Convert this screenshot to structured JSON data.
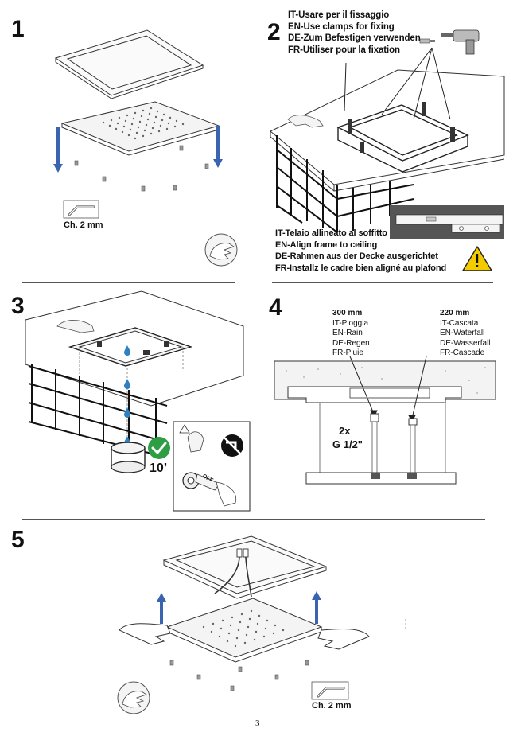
{
  "steps": {
    "s1": {
      "number": "1",
      "wrench_label": "Ch. 2 mm"
    },
    "s2": {
      "number": "2",
      "clamp_lines": [
        "IT-Usare per il fissaggio",
        "EN-Use clamps for fixing",
        "DE-Zum Befestigen verwenden",
        "FR-Utiliser pour la fixation"
      ],
      "align_lines": [
        "IT-Telaio allineato al soffitto",
        "EN-Align frame to ceiling",
        "DE-Rahmen aus der Decke ausgerichtet",
        "FR-Installz le cadre bien aligné au plafond"
      ]
    },
    "s3": {
      "number": "3",
      "time": "10’",
      "valve_label": "OFF"
    },
    "s4": {
      "number": "4",
      "rain": {
        "size": "300 mm",
        "lines": [
          "IT-Pioggia",
          "EN-Rain",
          "DE-Regen",
          "FR-Pluie"
        ]
      },
      "waterfall": {
        "size": "220 mm",
        "lines": [
          "IT-Cascata",
          "EN-Waterfall",
          "DE-Wasserfall",
          "FR-Cascade"
        ]
      },
      "connections": "2x",
      "thread": "G 1/2\""
    },
    "s5": {
      "number": "5",
      "wrench_label": "Ch. 2 mm"
    }
  },
  "page_number": "3",
  "colors": {
    "arrow_blue": "#3b64b0",
    "check_green": "#2e9e44",
    "water_blue": "#2f7fc1",
    "warning_yellow": "#f3cc00"
  }
}
